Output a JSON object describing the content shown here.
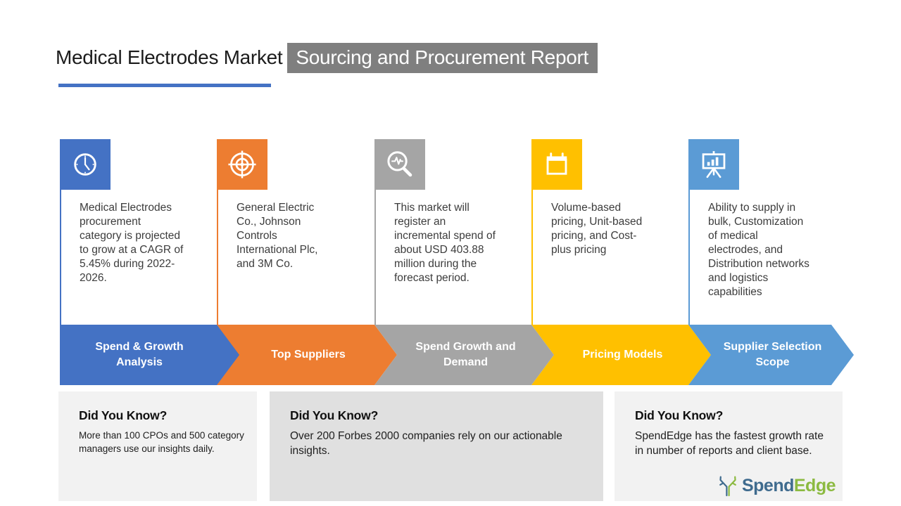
{
  "header": {
    "title_plain": "Medical Electrodes Market",
    "title_highlight": "Sourcing and Procurement Report"
  },
  "steps": [
    {
      "label": "Spend & Growth Analysis",
      "description": "Medical Electrodes procurement category is projected to grow at a CAGR of 5.45% during 2022-2026.",
      "icon": "clock-icon",
      "color": "#4472c4"
    },
    {
      "label": "Top Suppliers",
      "description": "General Electric Co., Johnson Controls International Plc, and 3M Co.",
      "icon": "target-icon",
      "color": "#ed7d31"
    },
    {
      "label": "Spend Growth and Demand",
      "description": "This market will register an incremental spend of about USD 403.88 million during the forecast period.",
      "icon": "magnifier-pulse-icon",
      "color": "#a5a5a5"
    },
    {
      "label": "Pricing Models",
      "description": "Volume-based pricing, Unit-based pricing, and Cost-plus pricing",
      "icon": "calendar-icon",
      "color": "#ffc000"
    },
    {
      "label": "Supplier Selection Scope",
      "description": "Ability to supply in bulk, Customization of medical electrodes, and Distribution networks and logistics capabilities",
      "icon": "presentation-board-icon",
      "color": "#5b9bd5"
    }
  ],
  "did_you_know": [
    {
      "heading": "Did You Know?",
      "text": "More than 100 CPOs and 500 category managers use our insights daily."
    },
    {
      "heading": "Did You Know?",
      "text": "Over 200 Forbes 2000 companies rely on our actionable insights."
    },
    {
      "heading": "Did You Know?",
      "text": "SpendEdge has the fastest growth rate in number of reports and client base."
    }
  ],
  "logo": {
    "spend": "Spend",
    "edge": "Edge"
  },
  "colors": {
    "accent_blue": "#4472c4",
    "accent_orange": "#ed7d31",
    "accent_gray": "#a5a5a5",
    "accent_gold": "#ffc000",
    "accent_light_blue": "#5b9bd5",
    "title_highlight_bg": "#7f7f7f",
    "dyk_box_light": "#f2f2f2",
    "dyk_box_mid": "#e0e0e0",
    "logo_blue": "#3f6b8e",
    "logo_green": "#8cba41"
  }
}
